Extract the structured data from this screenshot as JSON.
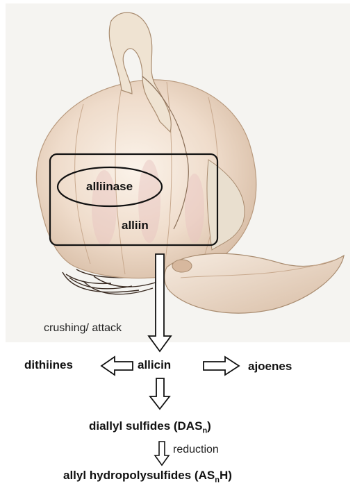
{
  "labels": {
    "enzyme": "alliinase",
    "substrate": "alliin",
    "trigger": "crushing/ attack",
    "allicin": "allicin",
    "left_product": "dithiines",
    "right_product": "ajoenes",
    "diallyl_text": "diallyl sulfides  (DAS",
    "diallyl_sub": "n",
    "diallyl_close": ")",
    "reduction": "reduction",
    "hydro_text": "allyl hydropolysulfides (AS",
    "hydro_sub": "n",
    "hydro_close": "H)"
  },
  "colors": {
    "background": "#ffffff",
    "garlic_panel": "#f5f4f1",
    "outline": "#111111"
  }
}
